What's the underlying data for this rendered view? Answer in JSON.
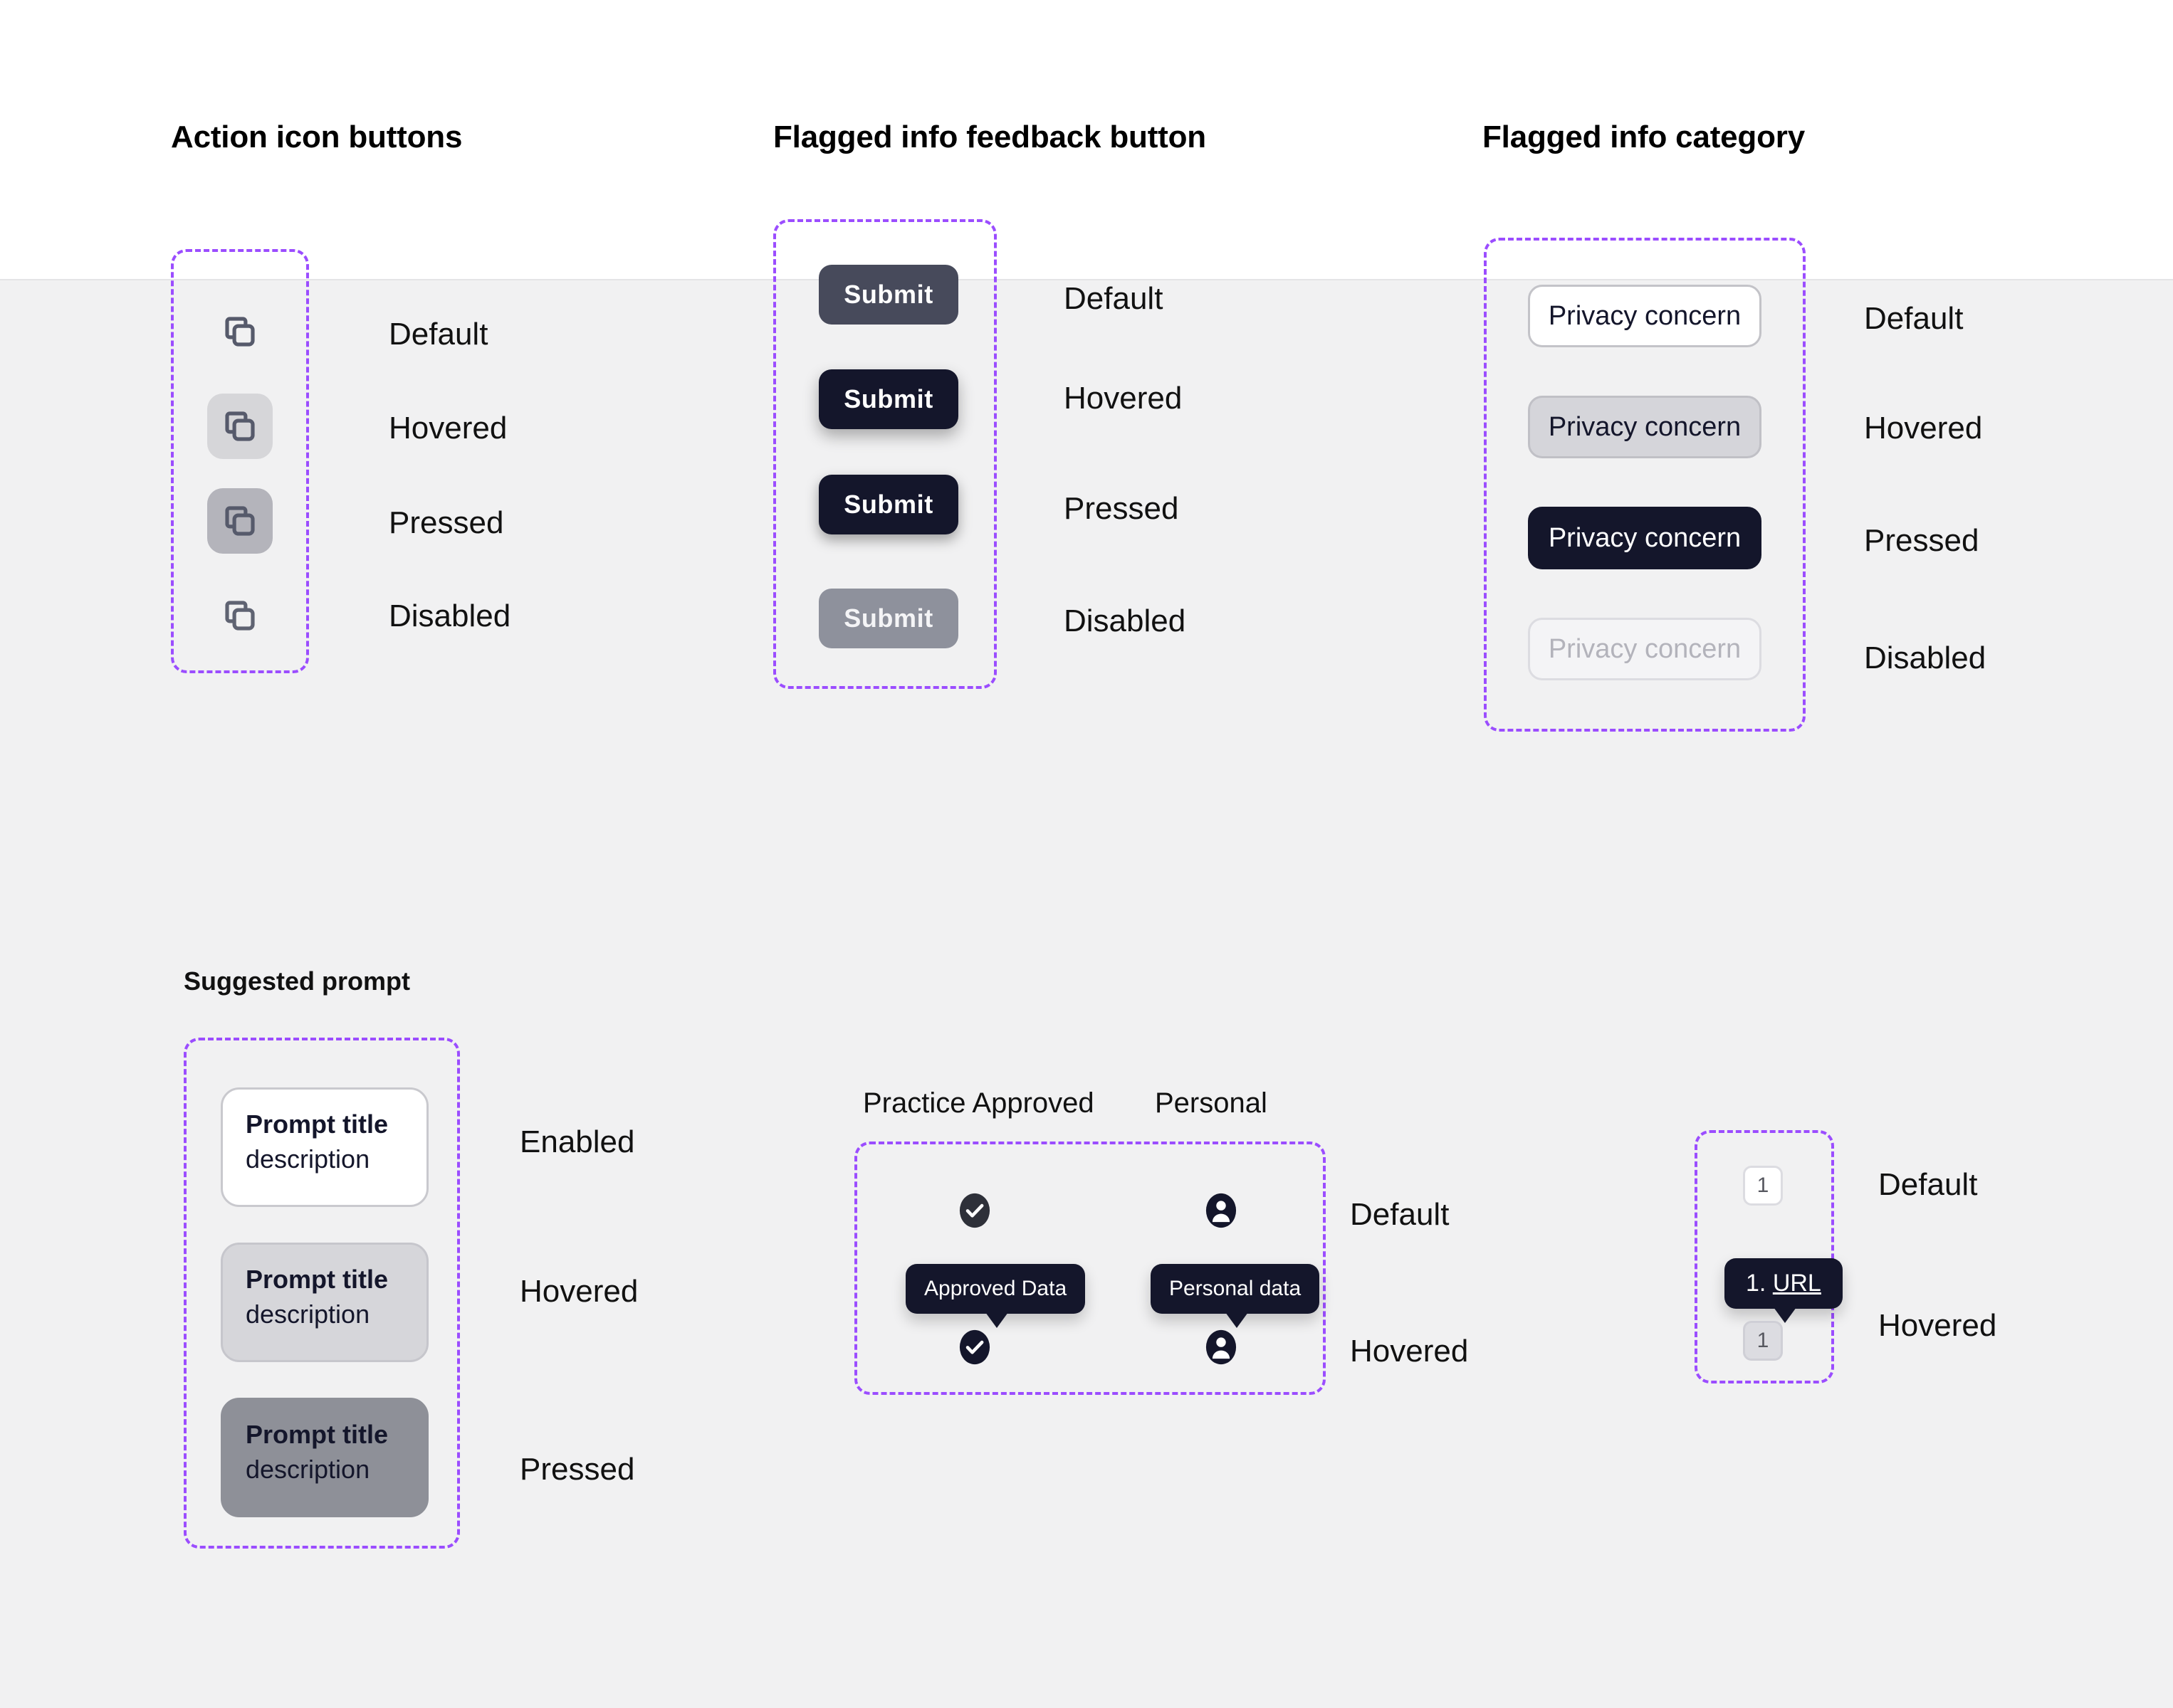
{
  "sections": {
    "action_icon_buttons": {
      "title": "Action icon buttons",
      "icon": "copy-icon",
      "states": [
        "Default",
        "Hovered",
        "Pressed",
        "Disabled"
      ]
    },
    "flagged_info_feedback_button": {
      "title": "Flagged info feedback button",
      "button_label": "Submit",
      "states": [
        "Default",
        "Hovered",
        "Pressed",
        "Disabled"
      ],
      "colors": {
        "default_bg": "#474a5b",
        "hovered_bg": "#14162b",
        "pressed_bg": "#14162b",
        "disabled_bg": "#8e919c"
      }
    },
    "flagged_info_category": {
      "title": "Flagged info category",
      "pill_label": "Privacy concern",
      "states": [
        "Default",
        "Hovered",
        "Pressed",
        "Disabled"
      ],
      "colors": {
        "default_bg": "#ffffff",
        "hovered_bg": "#d5d5da",
        "pressed_bg": "#14162b",
        "disabled_text": "#b3b3bb"
      }
    },
    "suggested_prompt": {
      "title": "Suggested prompt",
      "card": {
        "title": "Prompt title",
        "description": "description"
      },
      "states": [
        "Enabled",
        "Hovered",
        "Pressed"
      ]
    },
    "flag_markers": {
      "columns": [
        {
          "label": "Practice Approved",
          "icon": "check-circle-icon",
          "tooltip": "Approved Data"
        },
        {
          "label": "Personal",
          "icon": "person-circle-icon",
          "tooltip": "Personal data"
        }
      ],
      "states": [
        "Default",
        "Hovered"
      ]
    },
    "citation_badge": {
      "badge_label": "1",
      "tooltip_prefix": "1. ",
      "tooltip_link": "URL",
      "states": [
        "Default",
        "Hovered"
      ]
    }
  },
  "theme": {
    "spec_frame_color": "#9b4dff",
    "page_bg_top": "#ffffff",
    "page_bg_body": "#f1f1f2",
    "ink": "#14162b"
  }
}
